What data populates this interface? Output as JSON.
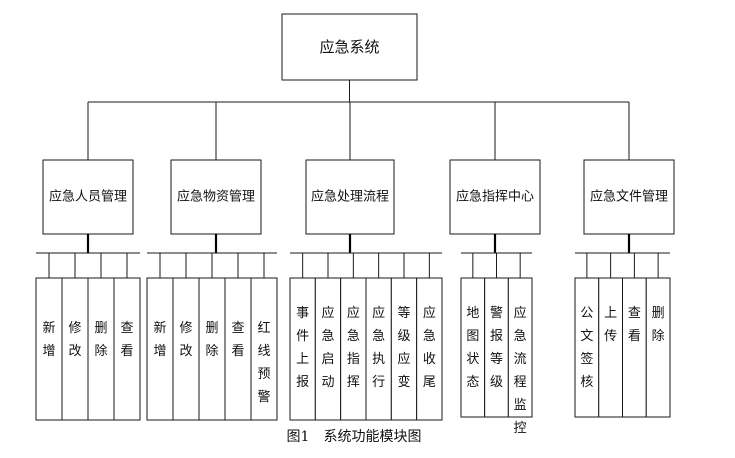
{
  "root": {
    "label": "应急系统"
  },
  "modules": [
    {
      "label": "应急人员管理",
      "children": [
        "新增",
        "修改",
        "删除",
        "查看"
      ]
    },
    {
      "label": "应急物资管理",
      "children": [
        "新增",
        "修改",
        "删除",
        "查看",
        "红线预警"
      ]
    },
    {
      "label": "应急处理流程",
      "children": [
        "事件上报",
        "应急启动",
        "应急指挥",
        "应急执行",
        "等级应变",
        "应急收尾"
      ]
    },
    {
      "label": "应急指挥中心",
      "children": [
        "地图状态",
        "警报等级",
        "应急流程监控"
      ]
    },
    {
      "label": "应急文件管理",
      "children": [
        "公文签核",
        "上传",
        "查看",
        "删除"
      ]
    }
  ],
  "caption": "图1　系统功能模块图"
}
